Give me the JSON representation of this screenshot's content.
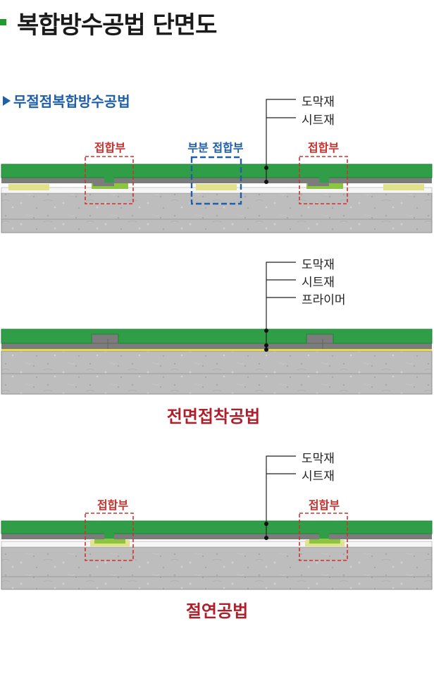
{
  "header": {
    "title": "복합방수공법 단면도"
  },
  "section1": {
    "subtitle": "무절점복합방수공법",
    "joint_left": "접합부",
    "joint_partial": "부분 접합부",
    "joint_right": "접합부",
    "callouts": [
      "도막재",
      "시트재"
    ]
  },
  "section2": {
    "callouts": [
      "도막재",
      "시트재",
      "프라이머"
    ],
    "method": "전면접착공법"
  },
  "section3": {
    "joint_left": "접합부",
    "joint_right": "접합부",
    "callouts": [
      "도막재",
      "시트재"
    ],
    "method": "절연공법"
  },
  "colors": {
    "green_coating": "#2f9e46",
    "sheet_gray": "#7c7c7c",
    "concrete": "#bcbcbc",
    "yellow_adhesive": "#e2e28a",
    "joint_red": "#d0312d",
    "joint_blue": "#1f5fa8",
    "method_red": "#b01e2a"
  }
}
